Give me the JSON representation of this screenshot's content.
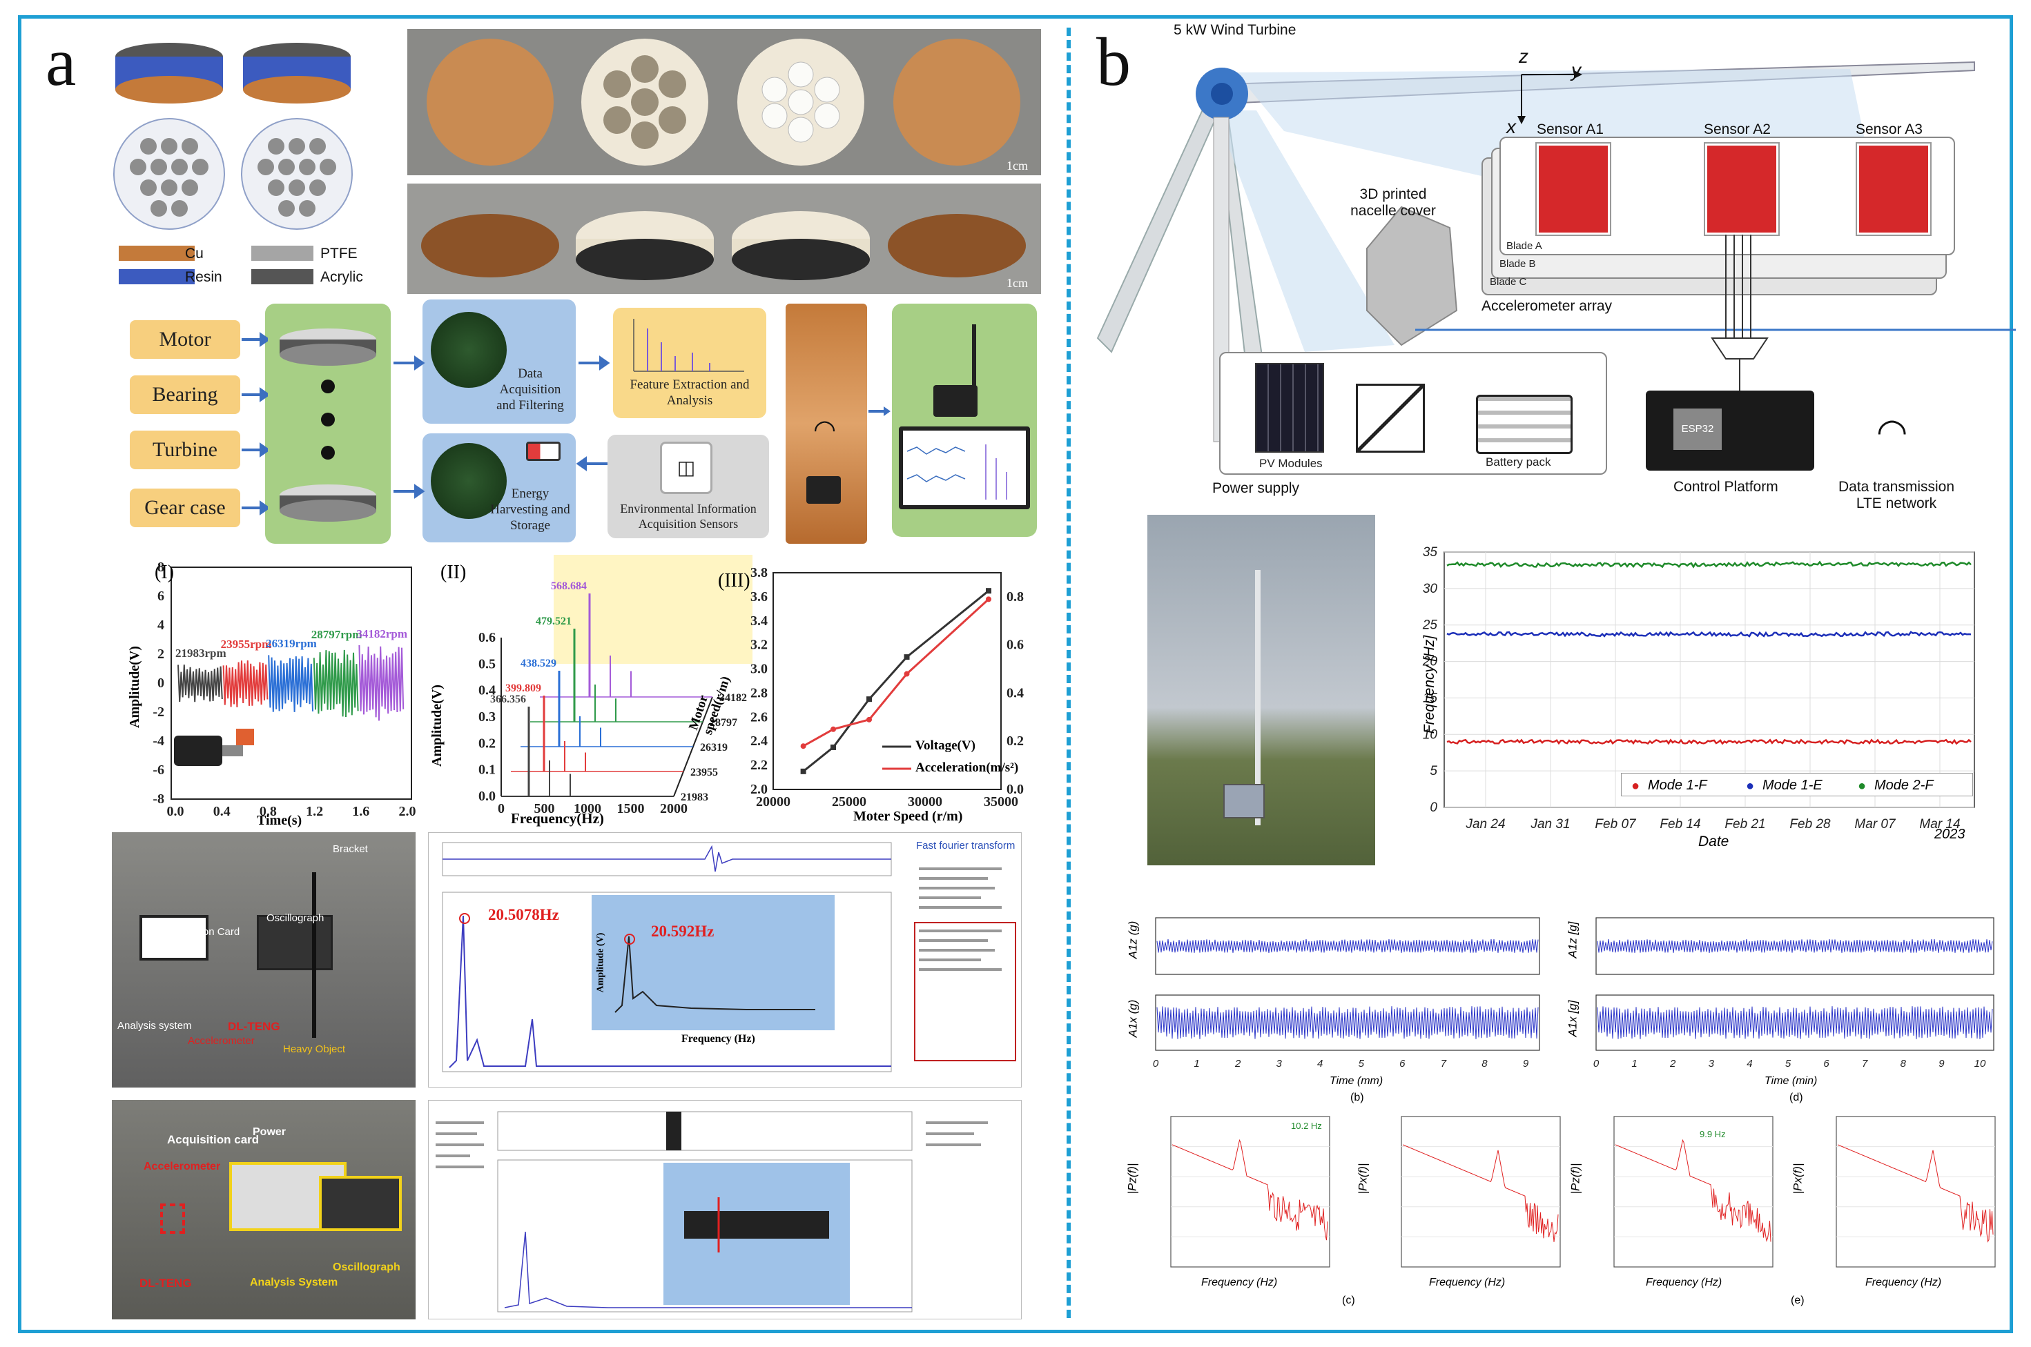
{
  "panels": {
    "a": "a",
    "b": "b"
  },
  "legend": {
    "cu": "Cu",
    "resin": "Resin",
    "ptfe": "PTFE",
    "acrylic": "Acrylic"
  },
  "scale_bars": [
    "1cm",
    "1cm"
  ],
  "sources": [
    "Motor",
    "Bearing",
    "Turbine",
    "Gear case"
  ],
  "flow": {
    "daq": "Data Acquisition and Filtering",
    "feature": "Feature Extraction and Analysis",
    "energy": "Energy Harvesting and Storage",
    "env": "Environmental Information Acquisition Sensors"
  },
  "chart_I": {
    "label": "(I)",
    "ylabel": "Amplitude(V)",
    "xlabel": "Time(s)",
    "yticks": [
      "8",
      "6",
      "4",
      "2",
      "0",
      "-2",
      "-4",
      "-6",
      "-8"
    ],
    "xticks": [
      "0.0",
      "0.4",
      "0.8",
      "1.2",
      "1.6",
      "2.0"
    ],
    "segments": [
      {
        "label": "21983rpm",
        "color": "#444444"
      },
      {
        "label": "23955rpm",
        "color": "#e23c3c"
      },
      {
        "label": "26319rpm",
        "color": "#2a6fd6"
      },
      {
        "label": "28797rpm",
        "color": "#2f9a4a"
      },
      {
        "label": "34182rpm",
        "color": "#a45ad8"
      }
    ]
  },
  "chart_II": {
    "label": "(II)",
    "ylabel": "Amplitude(V)",
    "xlabel": "Frequency(Hz)",
    "zlabel": "Motor speed(r/m)",
    "yticks": [
      "0.6",
      "0.5",
      "0.4",
      "0.3",
      "0.2",
      "0.1",
      "0.0"
    ],
    "xticks": [
      "0",
      "500",
      "1000",
      "1500",
      "2000"
    ],
    "speeds": [
      "34182",
      "28797",
      "26319",
      "23955",
      "21983"
    ],
    "peaks": [
      {
        "label": "568.684",
        "color": "#a45ad8"
      },
      {
        "label": "479.521",
        "color": "#2f9a4a"
      },
      {
        "label": "438.529",
        "color": "#2a6fd6"
      },
      {
        "label": "399.809",
        "color": "#e23c3c"
      },
      {
        "label": "366.356",
        "color": "#444444"
      }
    ]
  },
  "chart_III": {
    "label": "(III)",
    "xlabel": "Moter Speed (r/m)",
    "xticks": [
      "20000",
      "25000",
      "30000",
      "35000"
    ],
    "yticks_left": [
      "3.8",
      "3.6",
      "3.4",
      "3.2",
      "3.0",
      "2.8",
      "2.6",
      "2.4",
      "2.2",
      "2.0"
    ],
    "yticks_right": [
      "0.8",
      "0.6",
      "0.4",
      "0.2",
      "0.0"
    ],
    "legend_voltage": "Voltage(V)",
    "legend_accel": "Acceleration(m/s²)"
  },
  "chart_data": [
    {
      "type": "line",
      "name": "chart_III",
      "xlabel": "Moter Speed (r/m)",
      "xlim": [
        20000,
        35000
      ],
      "ylim_left": [
        2.0,
        3.8
      ],
      "ylim_right": [
        0.0,
        0.9
      ],
      "series": [
        {
          "name": "Voltage(V)",
          "axis": "left",
          "x": [
            21983,
            23955,
            26319,
            28797,
            34182
          ],
          "y": [
            2.15,
            2.35,
            2.75,
            3.1,
            3.65
          ]
        },
        {
          "name": "Acceleration(m/s²)",
          "axis": "right",
          "x": [
            21983,
            23955,
            26319,
            28797,
            34182
          ],
          "y": [
            0.18,
            0.25,
            0.29,
            0.48,
            0.79
          ]
        }
      ]
    },
    {
      "type": "line",
      "name": "frequency_tracking",
      "ylabel": "Frequency [Hz]",
      "xlabel": "Date",
      "ylim": [
        0,
        35
      ],
      "xticks": [
        "Jan 24",
        "Jan 31",
        "Feb 07",
        "Feb 14",
        "Feb 21",
        "Feb 28",
        "Mar 07",
        "Mar 14"
      ],
      "series": [
        {
          "name": "Mode 1-F",
          "values": [
            9.0,
            9.0,
            9.0,
            9.0,
            9.0,
            9.0,
            9.0,
            9.0
          ]
        },
        {
          "name": "Mode 1-E",
          "values": [
            23.7,
            23.8,
            23.7,
            23.8,
            23.7,
            23.7,
            23.8,
            23.8
          ]
        },
        {
          "name": "Mode 2-F",
          "values": [
            33.4,
            33.2,
            33.3,
            33.2,
            33.3,
            33.4,
            33.3,
            33.4
          ]
        }
      ]
    }
  ],
  "lab_photo": {
    "bracket": "Bracket",
    "card": "Acquisition Card",
    "osc": "Oscillograph",
    "analysis": "Analysis system",
    "accel": "Accelerometer",
    "teng": "DL-TENG",
    "heavy": "Heavy Object"
  },
  "fft": {
    "title": "Fast fourier transform",
    "peak1": "20.5078Hz",
    "peak2": "20.592Hz",
    "inset_x": "Frequency (Hz)",
    "inset_y": "Amplitude (V)"
  },
  "rail_photo": {
    "card": "Acquisition card",
    "power": "Power",
    "accel": "Accelerometer",
    "teng": "DL-TENG",
    "analysis": "Analysis System",
    "osc": "Oscillograph"
  },
  "turbine": {
    "title": "5 kW Wind Turbine",
    "nacelle": "3D printed nacelle cover",
    "axis_z": "z",
    "axis_y": "y",
    "axis_x": "x",
    "sensors": [
      "Sensor A1",
      "Sensor A2",
      "Sensor A3"
    ],
    "blades": [
      "Blade A",
      "Blade B",
      "Blade C"
    ],
    "array": "Accelerometer array",
    "pv": "PV Modules",
    "battery": "Battery pack",
    "power_supply": "Power supply",
    "control": "Control Platform",
    "chip": "ESP32",
    "lte1": "Data transmission",
    "lte2": "LTE network"
  },
  "freq_chart": {
    "ylabel": "Frequency [Hz]",
    "xlabel": "Date",
    "year": "2023",
    "yticks": [
      "35",
      "30",
      "25",
      "20",
      "15",
      "10",
      "5",
      "0"
    ],
    "xticks": [
      "Jan 24",
      "Jan 31",
      "Feb 07",
      "Feb 14",
      "Feb 21",
      "Feb 28",
      "Mar 07",
      "Mar 14"
    ],
    "legend": [
      {
        "name": "Mode 1-F",
        "color": "#d62020"
      },
      {
        "name": "Mode 1-E",
        "color": "#1c2fb8"
      },
      {
        "name": "Mode 2-F",
        "color": "#1f8a2a"
      }
    ]
  },
  "ts": {
    "left_y1": "A1z (g)",
    "left_y2": "A1x (g)",
    "right_y1": "A1z [g]",
    "right_y2": "A1x [g]",
    "xlabel_left": "Time (mm)",
    "xlabel_right": "Time (min)",
    "cap_left": "(b)",
    "cap_right": "(d)",
    "xticks_left": [
      "0",
      "1",
      "2",
      "3",
      "4",
      "5",
      "6",
      "7",
      "8",
      "9"
    ],
    "xticks_right": [
      "0",
      "1",
      "2",
      "3",
      "4",
      "5",
      "6",
      "7",
      "8",
      "9",
      "10"
    ]
  },
  "psd": [
    {
      "ylabel": "|Pz(f)|",
      "annot": "10.2 Hz",
      "cap": "(c)",
      "xlabel": "Frequency (Hz)"
    },
    {
      "ylabel": "|Px(f)|",
      "annot": "",
      "cap": "",
      "xlabel": "Frequency (Hz)"
    },
    {
      "ylabel": "|Pz(f)|",
      "annot": "9.9 Hz",
      "cap": "(e)",
      "xlabel": "Frequency (Hz)"
    },
    {
      "ylabel": "|Px(f)|",
      "annot": "",
      "cap": "",
      "xlabel": "Frequency (Hz)"
    }
  ],
  "colors": {
    "frame": "#1e9fd4",
    "pill": "#f7cf7e",
    "green_box": "#a7cf85",
    "blue_box": "#a8c6e8"
  }
}
